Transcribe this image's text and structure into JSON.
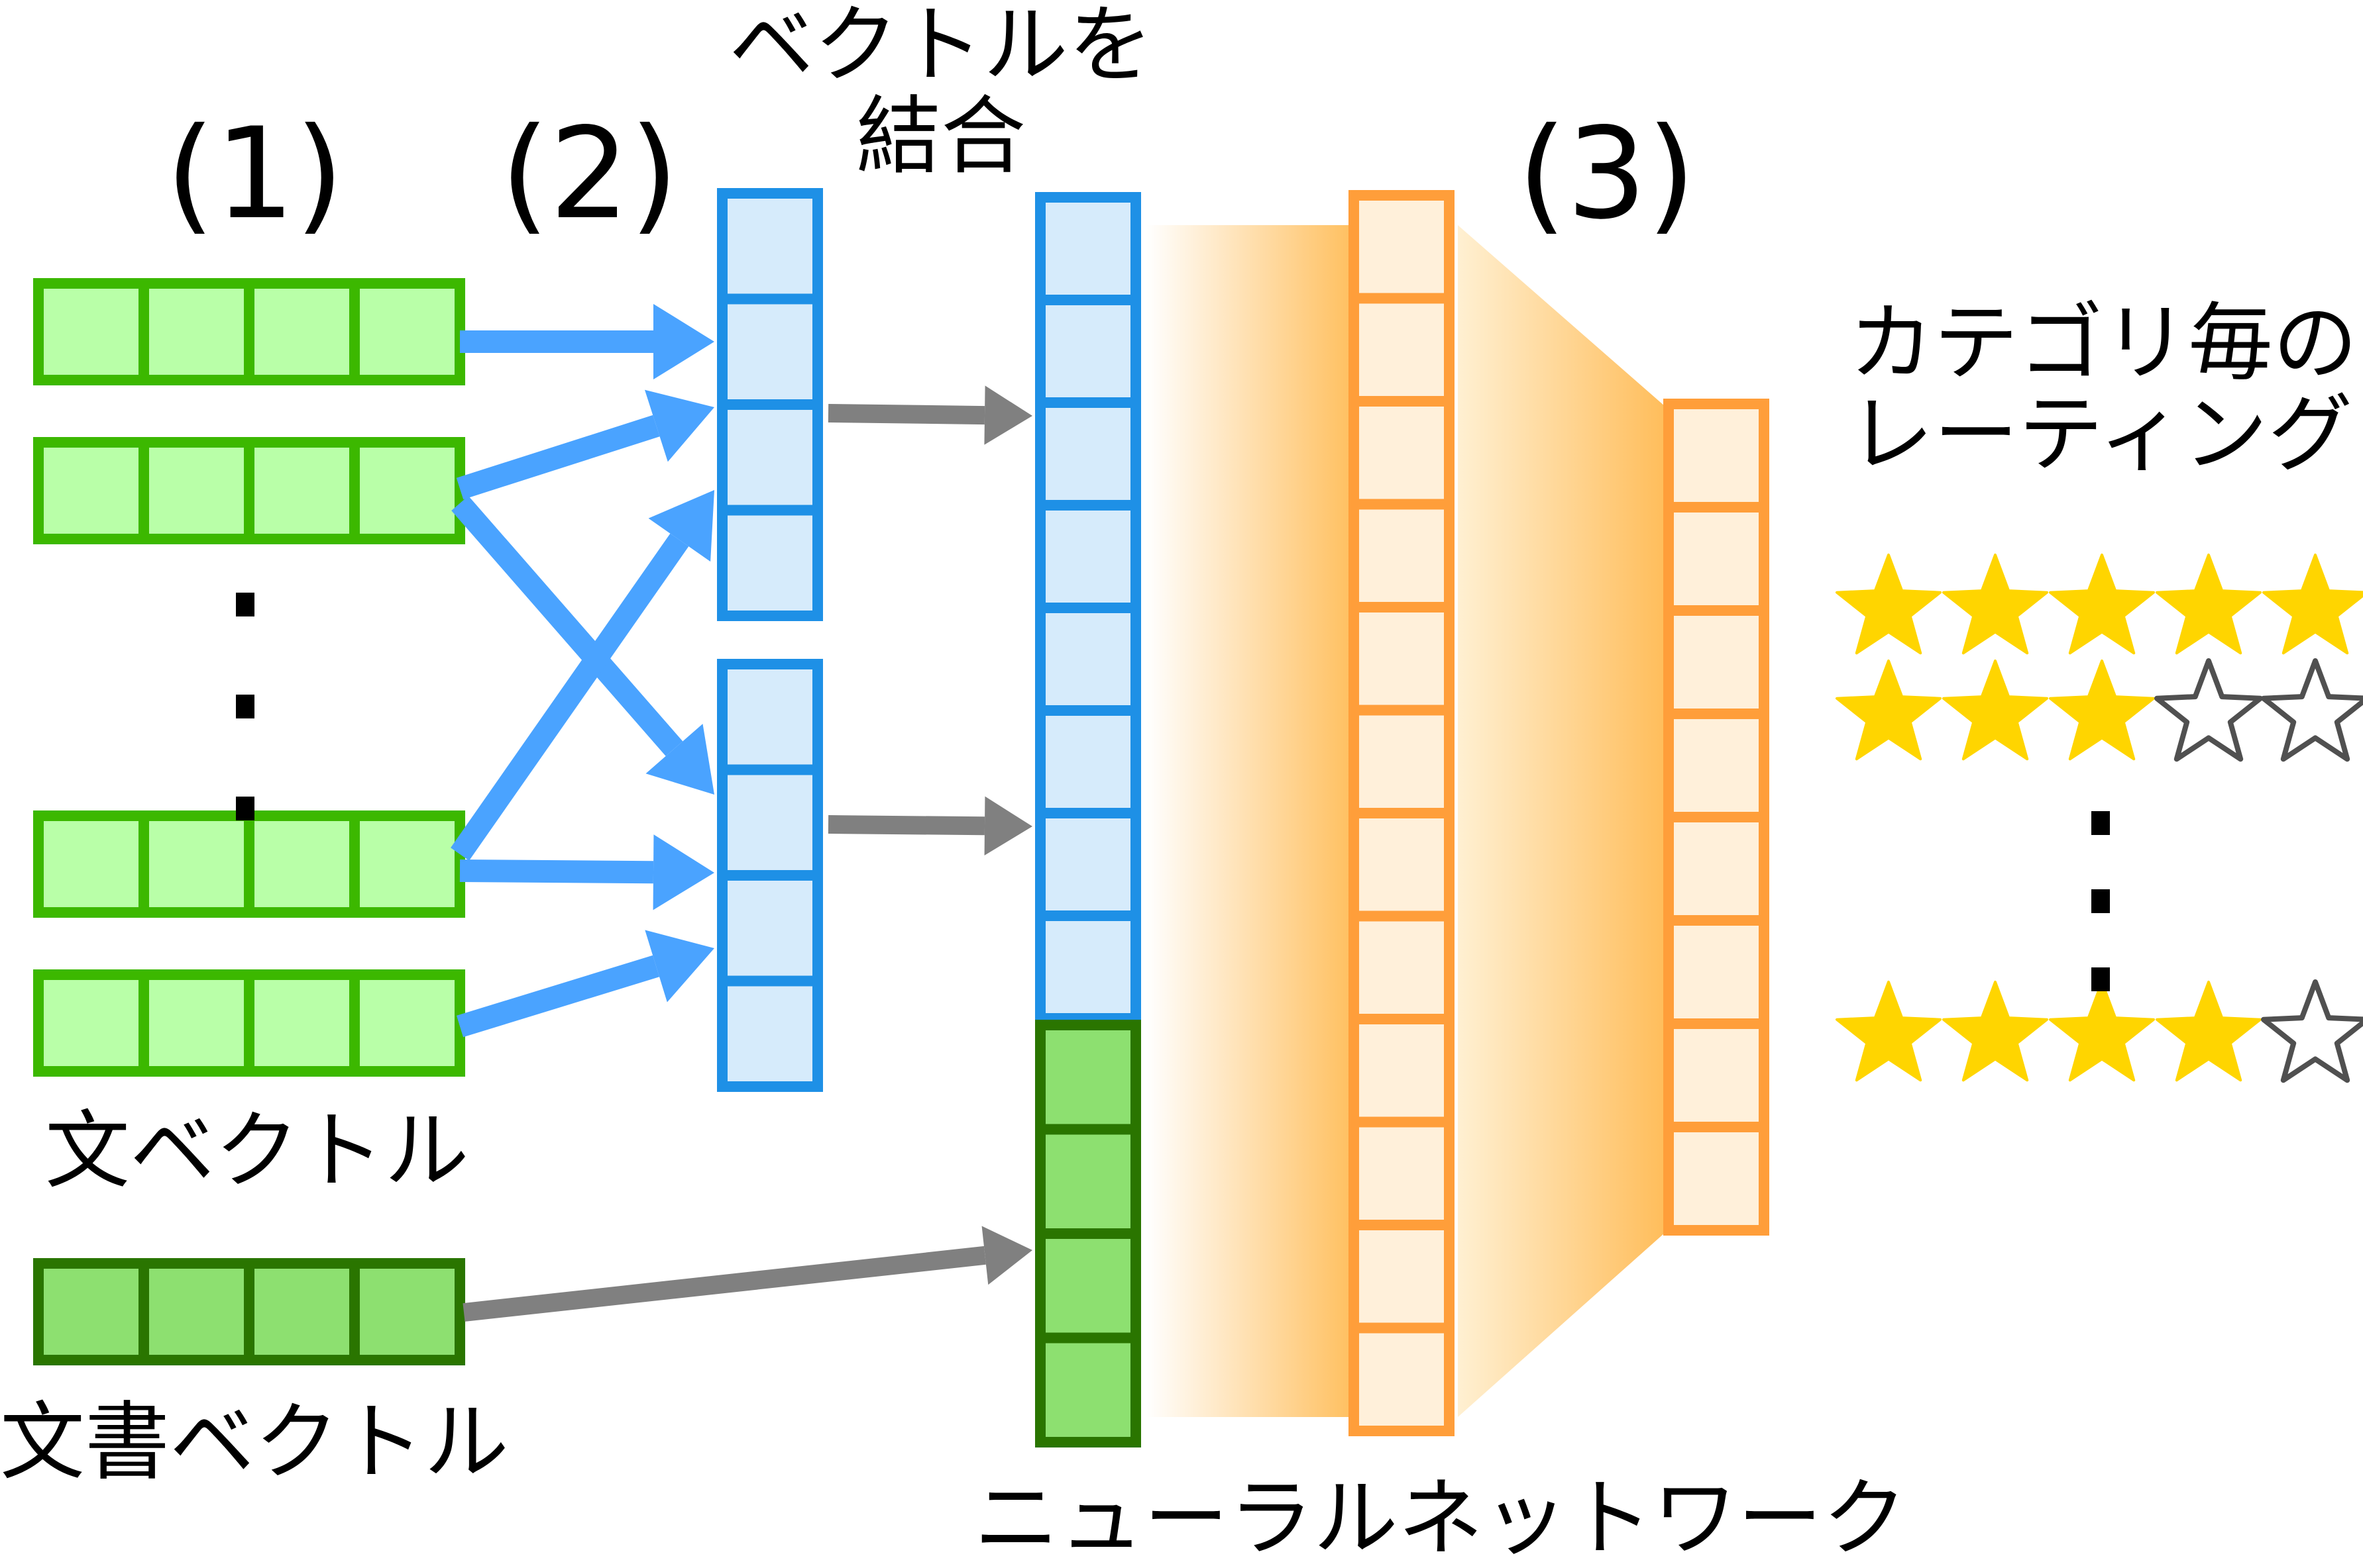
{
  "labels": {
    "step1": "(1)",
    "step2": "(2)",
    "step3": "(3)",
    "concat_line1": "ベクトルを",
    "concat_line2": "結合",
    "sentence_vectors": "文ベクトル",
    "document_vector": "文書ベクトル",
    "neural_network": "ニューラルネットワーク",
    "ratings_line1": "カテゴリ毎の",
    "ratings_line2": "レーティング"
  },
  "ratings": [
    {
      "filled": 5,
      "total": 5
    },
    {
      "filled": 3,
      "total": 5
    },
    {
      "filled": 4,
      "total": 5
    }
  ],
  "colors": {
    "sentence_fill": "#b9ffa8",
    "sentence_stroke": "#3cb800",
    "document_fill": "#8de070",
    "document_stroke": "#2a7500",
    "blue_fill": "#d6ebfb",
    "blue_stroke": "#1e90e6",
    "blue_arrow": "#4aa3ff",
    "grey_arrow": "#808080",
    "orange_fill": "#fff0da",
    "orange_stroke": "#ff9e3a",
    "star_fill": "#ffd500",
    "star_empty_stroke": "#505050"
  }
}
